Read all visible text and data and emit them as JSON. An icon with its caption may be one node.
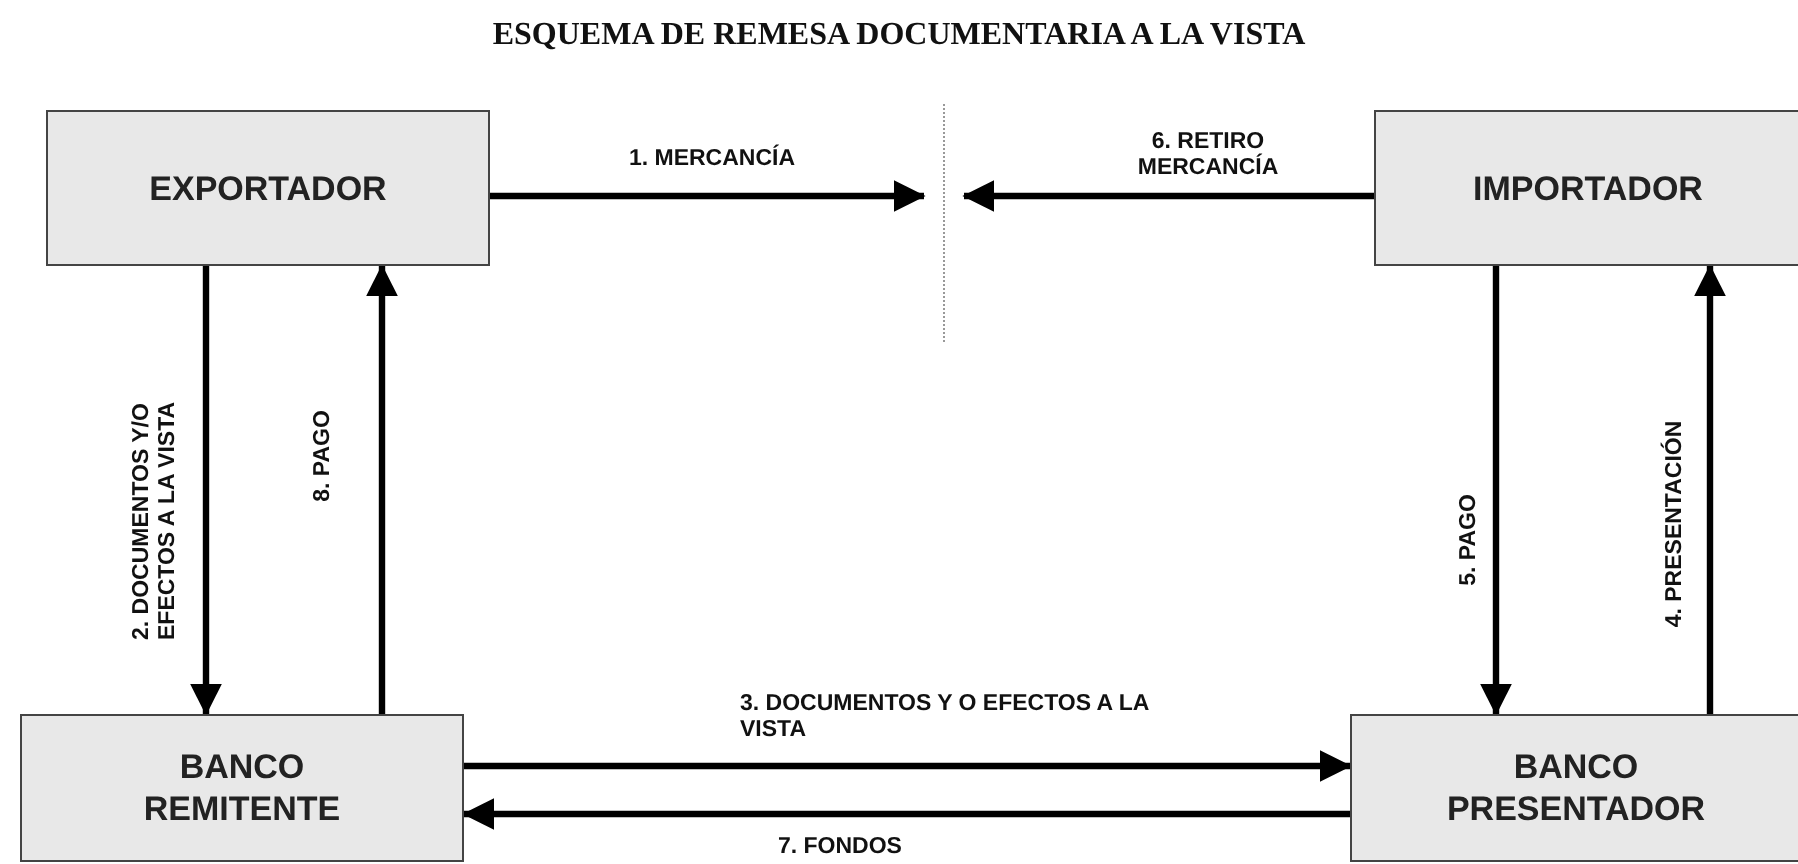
{
  "diagram": {
    "title": "ESQUEMA DE REMESA DOCUMENTARIA A LA VISTA",
    "nodes": [
      {
        "text": [
          "EXPORTADOR"
        ]
      },
      {
        "text": [
          "IMPORTADOR"
        ]
      },
      {
        "text": [
          "BANCO REMITENTE"
        ]
      },
      {
        "text": [
          "BANCO PRESENTADOR"
        ]
      }
    ],
    "edges": [
      {
        "from": 0,
        "to": null,
        "arrow": "to",
        "label": "1. MERCANCÍA"
      },
      {
        "from": 0,
        "to": 2,
        "arrow": "to",
        "label": "2. DOCUMENTOS Y/O EFECTOS A LA VISTA"
      },
      {
        "from": 2,
        "to": 3,
        "arrow": "to",
        "label": "3. DOCUMENTOS Y O EFECTOS A LA VISTA"
      },
      {
        "from": 3,
        "to": 1,
        "arrow": "to",
        "label": "4. PRESENTACIÓN"
      },
      {
        "from": 1,
        "to": 3,
        "arrow": "to",
        "label": "5. PAGO"
      },
      {
        "from": 1,
        "to": null,
        "arrow": "to",
        "label": "6. RETIRO MERCANCÍA"
      },
      {
        "from": 3,
        "to": 2,
        "arrow": "to",
        "label": "7. FONDOS"
      },
      {
        "from": 2,
        "to": 0,
        "arrow": "to",
        "label": "8. PAGO"
      }
    ]
  }
}
